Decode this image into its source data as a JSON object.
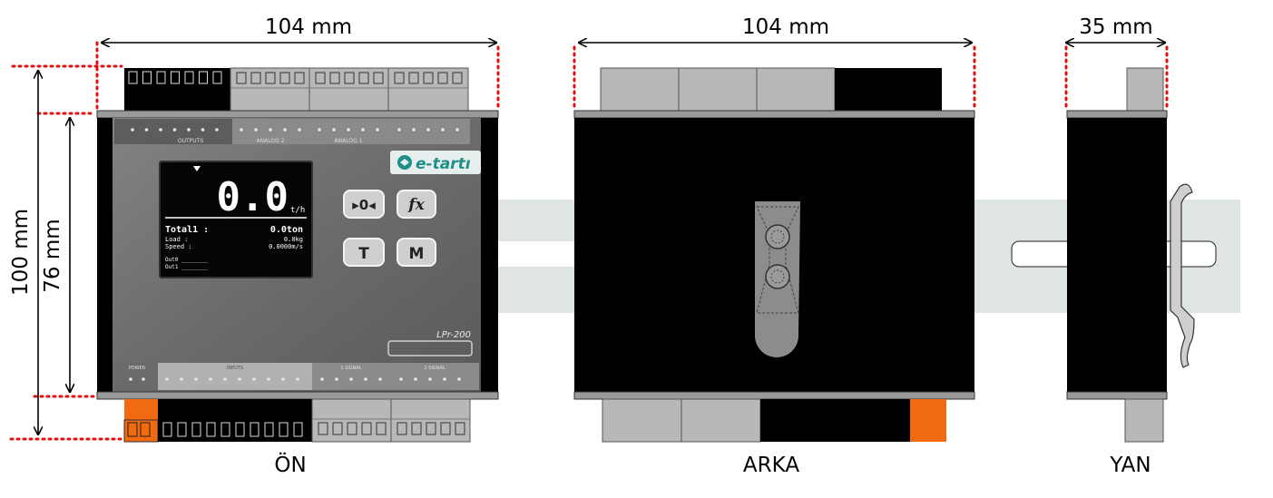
{
  "dimensions": {
    "front_width": "104 mm",
    "back_width": "104 mm",
    "side_width": "35 mm",
    "total_height": "100 mm",
    "body_height": "76 mm"
  },
  "views": {
    "front": "ÖN",
    "back": "ARKA",
    "side": "YAN"
  },
  "device": {
    "brand": "e-tartı",
    "model": "LPr-200",
    "display": {
      "main_value": "0.0",
      "main_unit": "t/h",
      "rows": [
        {
          "label": "Total1 :",
          "value": "0.0ton"
        },
        {
          "label": "Load   :",
          "value": "0.0kg"
        },
        {
          "label": "Speed  :",
          "value": "0.0000m/s"
        }
      ],
      "footer_rows": [
        "Out0 ________",
        "Out1 ________"
      ]
    },
    "buttons": {
      "zero": "▸0◂",
      "function": "fx",
      "tare": "T",
      "menu": "M"
    },
    "top_labels": [
      "OUTPUTS",
      "ANALOG 2",
      "ANALOG 1"
    ],
    "bottom_labels": [
      "POWER",
      "INPUTS",
      "1 SIGNAL",
      "2 SIGNAL"
    ]
  },
  "colors": {
    "body": "#000000",
    "terminal_gray": "#b8b8b8",
    "terminal_orange": "#f26a10",
    "rail": "#dfe5e3",
    "dim_dotted": "#e01010",
    "panel": "#6e6e6e"
  }
}
